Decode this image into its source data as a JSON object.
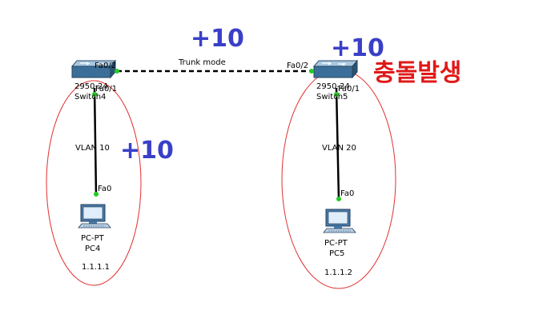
{
  "link": {
    "trunk_label": "Trunk mode"
  },
  "switch_left": {
    "model_label": "2950-24",
    "name": "Switch4",
    "port_trunk": "Fa0/2",
    "port_access": "Fa0/1",
    "vlan_label": "VLAN 10"
  },
  "switch_right": {
    "model_label": "2950-24",
    "name": "Switch5",
    "port_trunk": "Fa0/2",
    "port_access": "Fa0/1",
    "vlan_label": "VLAN 20"
  },
  "pc_left": {
    "port": "Fa0",
    "type": "PC-PT",
    "name": "PC4",
    "ip": "1.1.1.1"
  },
  "pc_right": {
    "port": "Fa0",
    "type": "PC-PT",
    "name": "PC5",
    "ip": "1.1.1.2"
  },
  "annotations": {
    "trunk_plus": "+10",
    "right_switch_plus": "+10",
    "left_link_plus": "+10",
    "collision": "충돌발생"
  },
  "colors": {
    "annotation_blue": "#3a3fc8",
    "annotation_red": "#e01818",
    "ellipse_red": "#e03030",
    "port_green": "#22cc22"
  }
}
